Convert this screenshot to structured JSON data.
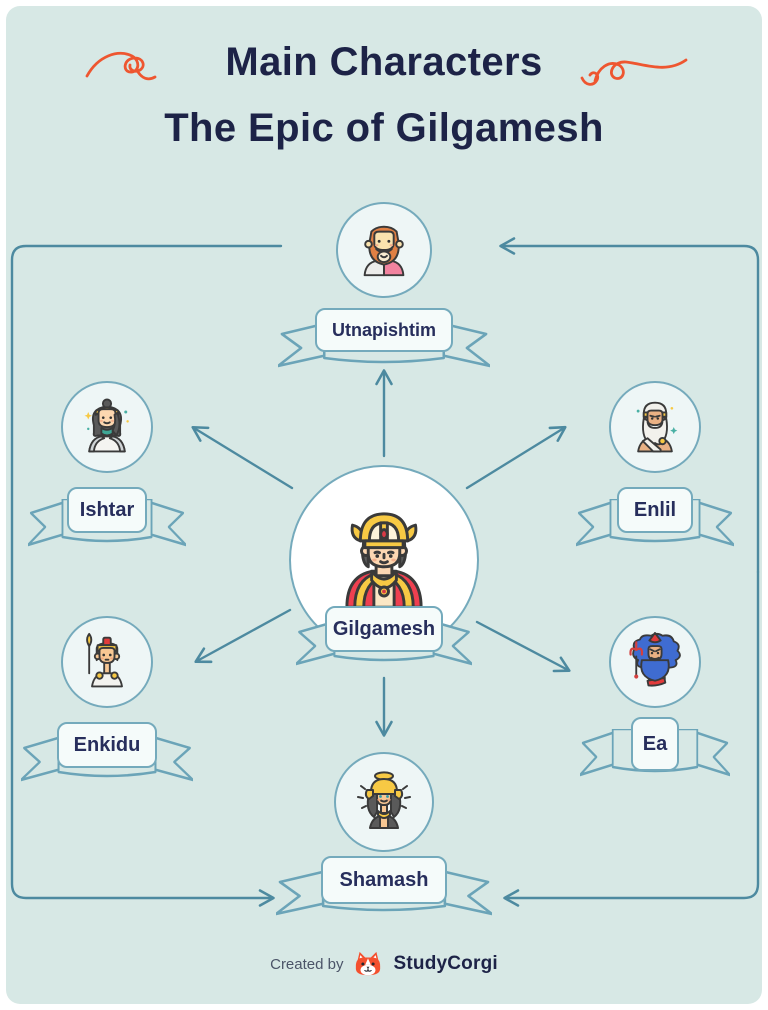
{
  "header": {
    "title_line1": "Main Characters",
    "title_line2": "The Epic of Gilgamesh"
  },
  "diagram": {
    "center": {
      "id": "gilgamesh",
      "label": "Gilgamesh",
      "icon": "gilgamesh-king-icon"
    },
    "satellites": [
      {
        "id": "utnapishtim",
        "label": "Utnapishtim",
        "position": "top",
        "icon": "utnapishtim-sage-icon"
      },
      {
        "id": "ishtar",
        "label": "Ishtar",
        "position": "upper-left",
        "icon": "ishtar-goddess-icon"
      },
      {
        "id": "enlil",
        "label": "Enlil",
        "position": "upper-right",
        "icon": "enlil-god-icon"
      },
      {
        "id": "enkidu",
        "label": "Enkidu",
        "position": "lower-left",
        "icon": "enkidu-warrior-icon"
      },
      {
        "id": "ea",
        "label": "Ea",
        "position": "lower-right",
        "icon": "ea-god-icon"
      },
      {
        "id": "shamash",
        "label": "Shamash",
        "position": "bottom",
        "icon": "shamash-sun-icon"
      }
    ]
  },
  "footer": {
    "created_by": "Created by",
    "brand": "StudyCorgi"
  },
  "colors": {
    "panel_background": "#d7e8e5",
    "title_navy": "#1d2347",
    "accent_orange": "#ee5630",
    "connector_teal": "#4d8aa0",
    "node_border_teal": "#75aabc",
    "node_fill": "#eef6f6",
    "label_text_navy": "#272e5c"
  }
}
